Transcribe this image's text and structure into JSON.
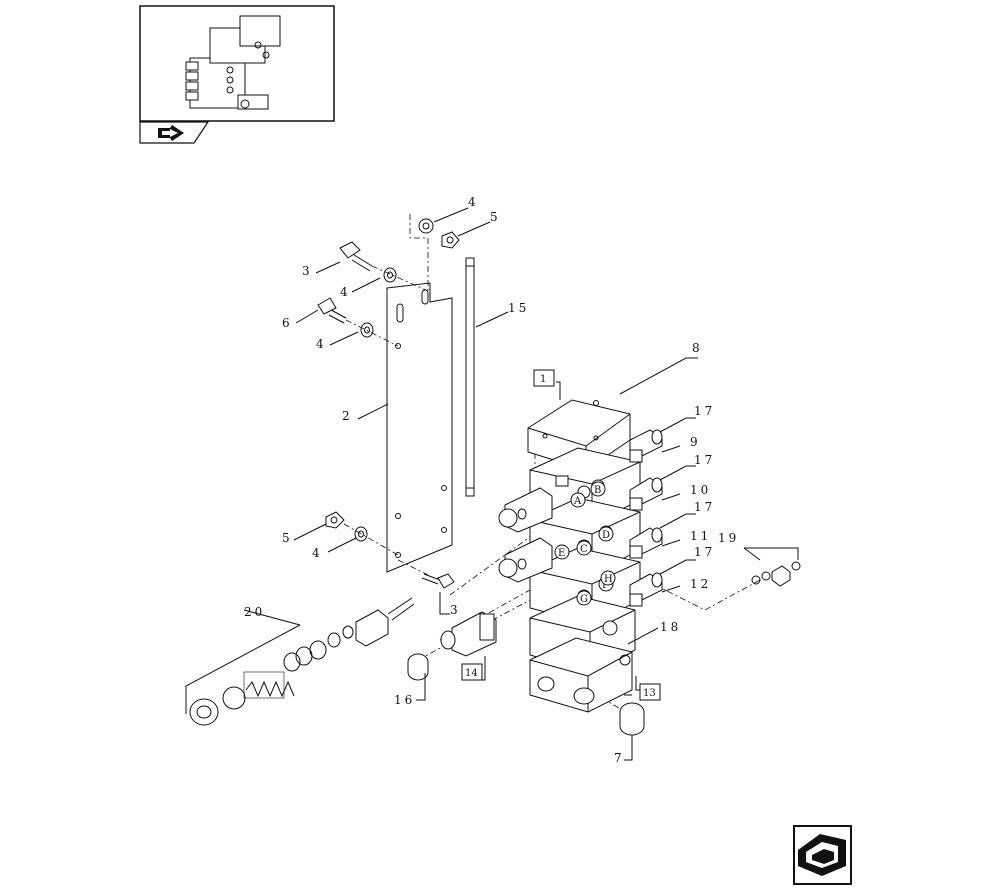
{
  "callouts": {
    "c1": "1",
    "c2": "2",
    "c3a": "3",
    "c3b": "3",
    "c4a": "4",
    "c4b": "4",
    "c4c": "4",
    "c4d": "4",
    "c5a": "5",
    "c5b": "5",
    "c6": "6",
    "c7": "7",
    "c8": "8",
    "c9": "9",
    "c10": "10",
    "c11": "11",
    "c12": "12",
    "c13": "13",
    "c14": "14",
    "c15": "15",
    "c16": "16",
    "c17a": "17",
    "c17b": "17",
    "c17c": "17",
    "c17d": "17",
    "c18": "18",
    "c19": "19",
    "c20": "20"
  },
  "section_letters": {
    "A": "A",
    "B": "B",
    "C": "C",
    "D": "D",
    "E": "E",
    "F": "F",
    "G": "G",
    "H": "H"
  },
  "icons": {
    "thumbnail_nav": "previous-page-icon",
    "next_nav": "next-page-icon"
  },
  "colors": {
    "line": "#111111",
    "background": "#ffffff"
  }
}
